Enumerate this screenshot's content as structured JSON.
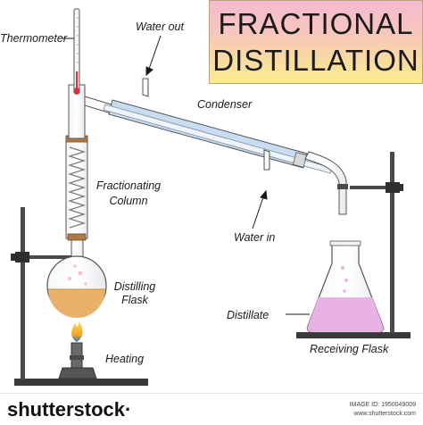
{
  "title": {
    "line1": "FRACTIONAL",
    "line2": "DISTILLATION"
  },
  "labels": {
    "thermometer": "Thermometer",
    "water_out": "Water out",
    "condenser": "Condenser",
    "fractionating_column_1": "Fractionating",
    "fractionating_column_2": "Column",
    "water_in": "Water in",
    "distilling_flask_1": "Distilling",
    "distilling_flask_2": "Flask",
    "distillate": "Distillate",
    "receiving_flask": "Receiving Flask",
    "heating": "Heating"
  },
  "footer": {
    "logo": "shutterstock",
    "logo_dot": "·",
    "id_line": "IMAGE ID: 1950049009",
    "site": "www.shutterstock.com"
  },
  "colors": {
    "glass_outline": "#555555",
    "condenser_water": "#c8dcf2",
    "distilling_liquid": "#e8b26a",
    "distillate_liquid": "#e8b2e6",
    "flame": "#f5a623",
    "stand": "#3a3a3a",
    "stopper": "#a86a3a",
    "thermometer_bulb": "#e0303a"
  }
}
